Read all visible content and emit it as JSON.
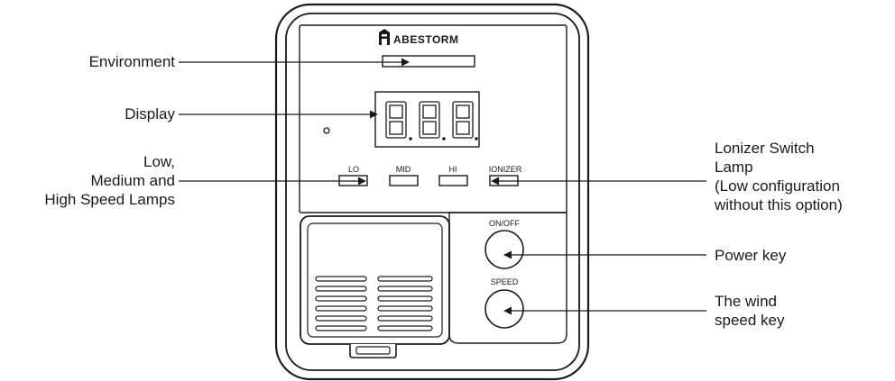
{
  "brand": {
    "name": "ABESTORM",
    "logo_icon": "abestorm-logo-icon"
  },
  "panel": {
    "lamps": {
      "lo": "LO",
      "mid": "MID",
      "hi": "HI",
      "ionizer": "IONIZER"
    },
    "keys": {
      "power": "ON/OFF",
      "speed": "SPEED"
    }
  },
  "callouts": {
    "environment": "Environment",
    "display": "Display",
    "speed_lamps": [
      "Low,",
      "Medium and",
      "High Speed Lamps"
    ],
    "ionizer_lamp": [
      "Lonizer Switch",
      "Lamp",
      "(Low configuration",
      "without this option)"
    ],
    "power_key": "Power key",
    "wind_speed_key": [
      "The wind",
      "speed key"
    ]
  },
  "colors": {
    "line": "#1a1a1a",
    "background": "#ffffff"
  }
}
